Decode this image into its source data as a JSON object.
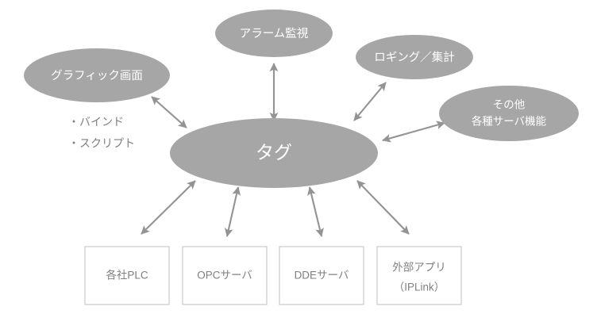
{
  "diagram": {
    "type": "hub-and-spoke",
    "background_color": "#ffffff",
    "ellipse_fill": "#a6a6a6",
    "ellipse_text_color": "#ffffff",
    "box_border_color": "#bfbfbf",
    "box_text_color": "#7f7f7f",
    "connector_color": "#939393",
    "hub": {
      "label": "タグ"
    },
    "function_nodes": [
      {
        "label": "グラフィック画面"
      },
      {
        "label": "アラーム監視"
      },
      {
        "label": "ロギング／集計"
      },
      {
        "label_line1": "その他",
        "label_line2": "各種サーバ機能"
      }
    ],
    "annotations": [
      {
        "label": "・バインド"
      },
      {
        "label": "・スクリプト"
      }
    ],
    "source_boxes": [
      {
        "label_line1": "各社PLC",
        "label_line2": ""
      },
      {
        "label_line1": "OPCサーバ",
        "label_line2": ""
      },
      {
        "label_line1": "DDEサーバ",
        "label_line2": ""
      },
      {
        "label_line1": "外部アプリ",
        "label_line2": "（IPLink）"
      }
    ],
    "connections": [
      {
        "from": "グラフィック画面",
        "to": "タグ",
        "style": "double-arrow"
      },
      {
        "from": "アラーム監視",
        "to": "タグ",
        "style": "double-arrow"
      },
      {
        "from": "ロギング／集計",
        "to": "タグ",
        "style": "double-arrow"
      },
      {
        "from": "その他各種サーバ機能",
        "to": "タグ",
        "style": "double-arrow"
      },
      {
        "from": "各社PLC",
        "to": "タグ",
        "style": "double-arrow"
      },
      {
        "from": "OPCサーバ",
        "to": "タグ",
        "style": "double-arrow"
      },
      {
        "from": "DDEサーバ",
        "to": "タグ",
        "style": "double-arrow"
      },
      {
        "from": "外部アプリ（IPLink）",
        "to": "タグ",
        "style": "double-arrow"
      }
    ]
  }
}
